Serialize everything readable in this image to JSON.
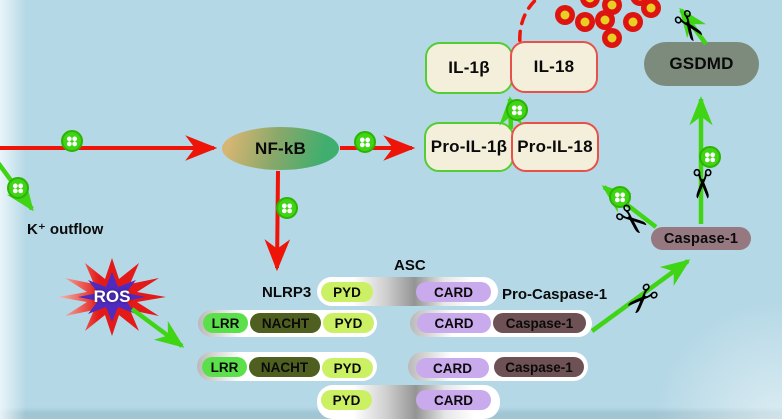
{
  "colors": {
    "bg": "#b5d8e6",
    "arrow-red": "#ee1408",
    "arrow-green": "#3fd414",
    "nfkb-left": "#d6b673",
    "nfkb-right": "#3fae6e",
    "cytokine-box-fill": "#f4efdb",
    "il1b-border": "#55cc33",
    "il18-border": "#e8504a",
    "gsdmd-fill": "#7d8b7c",
    "caspase1-fill": "#967880",
    "pyd-fill": "#ccf063",
    "card-fill": "#c9aaec",
    "lrr-fill": "#5be04b",
    "nacht-fill": "#4f5f1f",
    "caspase1-pill-fill": "#6e5154",
    "dot-red": "#dd1410",
    "dot-yellow": "#e7cf26",
    "ros-red": "#e41a18",
    "ros-purple": "#4f2bc0"
  },
  "nodes": {
    "nfkb": "NF-kB",
    "il1b": "IL-1β",
    "il18": "IL-18",
    "pro_il1b": "Pro-IL-1β",
    "pro_il18": "Pro-IL-18",
    "gsdmd": "GSDMD",
    "caspase1": "Caspase-1"
  },
  "labels": {
    "k_outflow": "K⁺ outflow",
    "ros": "ROS",
    "nlrp3": "NLRP3",
    "asc": "ASC",
    "pro_caspase1": "Pro-Caspase-1"
  },
  "domains": {
    "pyd": "PYD",
    "card": "CARD",
    "lrr": "LRR",
    "nacht": "NACHT",
    "caspase1": "Caspase-1"
  }
}
